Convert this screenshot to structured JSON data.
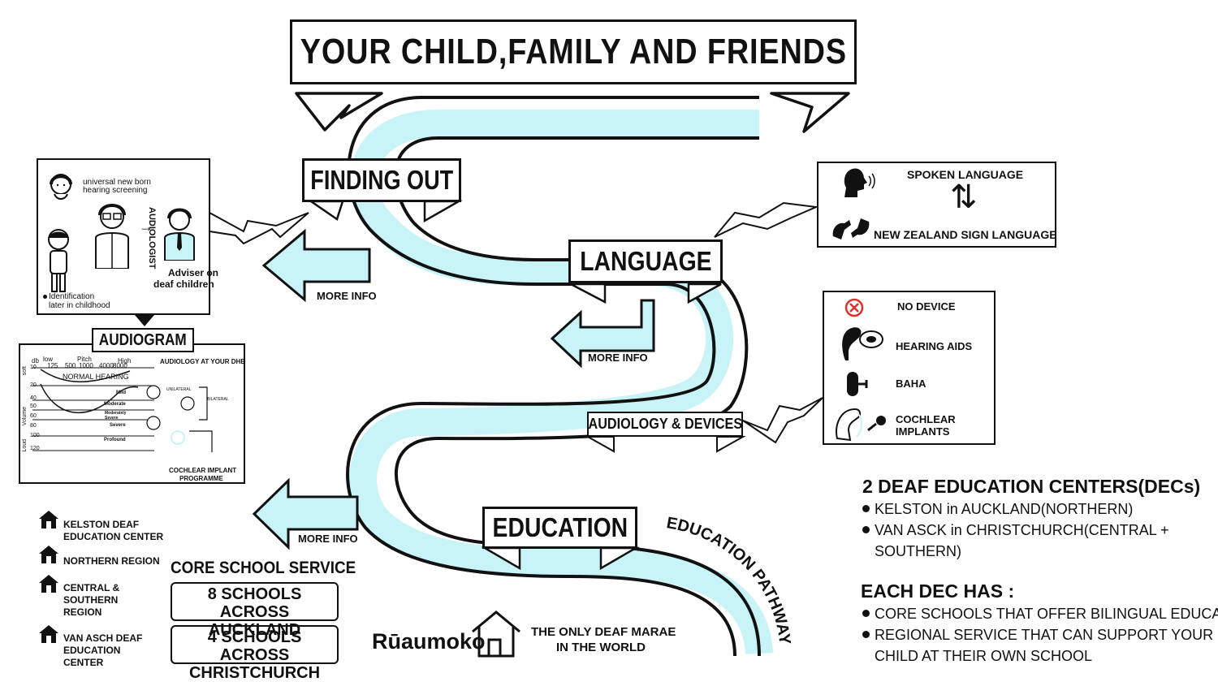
{
  "title": "YOUR CHILD,FAMILY AND FRIENDS",
  "stages": {
    "finding_out": "FINDING OUT",
    "language": "LANGUAGE",
    "audiology_devices": "AUDIOLOGY & DEVICES",
    "education": "EDUCATION",
    "education_pathways": "EDUCATION PATHWAYS"
  },
  "more_info": {
    "finding_out": "MORE INFO",
    "language": "MORE INFO",
    "education": "MORE INFO"
  },
  "finding_out_panel": {
    "newborn_line1": "universal new born",
    "newborn_line2": "hearing screening",
    "audiologist": "AUDIOLOGIST",
    "adviser_line1": "Adviser on",
    "adviser_line2": "deaf children",
    "identification_line1": "Identification",
    "identification_line2": "later in childhood"
  },
  "audiogram": {
    "title": "AUDIOGRAM",
    "dhb": "AUDIOLOGY AT YOUR DHB",
    "normal_hearing": "NORMAL HEARING",
    "unilateral": "UNILATERAL",
    "bilateral": "BILATERAL",
    "cochlear_line1": "COCHLEAR IMPLANT",
    "cochlear_line2": "PROGRAMME",
    "db": "db",
    "low": "low",
    "pitch": "Pitch",
    "high": "High",
    "soft": "soft",
    "volume": "Volume",
    "loud": "Loud",
    "freqs": [
      "125",
      "500",
      "1000",
      "4000",
      "8000"
    ],
    "db_ticks": [
      "10",
      "20",
      "40",
      "50",
      "60",
      "80",
      "100",
      "120"
    ],
    "severity": [
      "Mild",
      "Moderate",
      "Moderately Severe",
      "Severe",
      "Profound"
    ]
  },
  "language_panel": {
    "spoken": "SPOKEN LANGUAGE",
    "nzsl": "NEW ZEALAND SIGN LANGUAGE"
  },
  "devices_panel": {
    "no_device": "NO DEVICE",
    "hearing_aids": "HEARING AIDS",
    "baha": "BAHA",
    "cochlear_line1": "COCHLEAR",
    "cochlear_line2": "IMPLANTS"
  },
  "legend": {
    "kelston_line1": "KELSTON DEAF",
    "kelston_line2": "EDUCATION CENTER",
    "northern": "NORTHERN REGION",
    "central_line1": "CENTRAL &",
    "central_line2": "SOUTHERN",
    "central_line3": "REGION",
    "vanasch_line1": "VAN ASCH DEAF",
    "vanasch_line2": "EDUCATION",
    "vanasch_line3": "CENTER"
  },
  "core_school": {
    "heading": "CORE SCHOOL SERVICE",
    "auckland_line1": "8 SCHOOLS ACROSS",
    "auckland_line2": "AUCKLAND",
    "christchurch_line1": "4 SCHOOLS ACROSS",
    "christchurch_line2": "CHRISTCHURCH"
  },
  "marae": {
    "name": "Rūaumoko",
    "line1": "THE ONLY DEAF MARAE",
    "line2": "IN THE WORLD"
  },
  "decs": {
    "heading": "2 DEAF EDUCATION CENTERS(DECs)",
    "item1": "KELSTON in AUCKLAND(NORTHERN)",
    "item2_line1": "VAN ASCK in CHRISTCHURCH(CENTRAL +",
    "item2_line2": "SOUTHERN)",
    "each_heading": "EACH DEC HAS :",
    "each1": "CORE SCHOOLS THAT OFFER BILINGUAL EDUCATION",
    "each2_line1": "REGIONAL SERVICE THAT CAN SUPPORT YOUR",
    "each2_line2": "CHILD AT THEIR OWN SCHOOL"
  },
  "colors": {
    "river": "#c8f4f7",
    "ink": "#111111",
    "no_device_red": "#e0322c"
  }
}
